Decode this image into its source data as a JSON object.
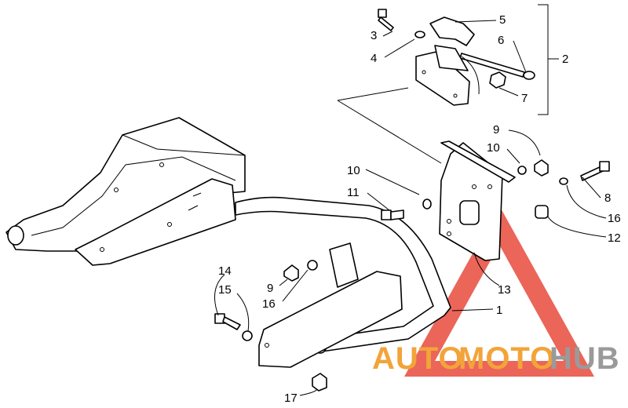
{
  "callouts": {
    "c1": "1",
    "c2": "2",
    "c3": "3",
    "c4": "4",
    "c5": "5",
    "c6": "6",
    "c7": "7",
    "c8": "8",
    "c9a": "9",
    "c9b": "9",
    "c10a": "10",
    "c10b": "10",
    "c11": "11",
    "c12": "12",
    "c13": "13",
    "c14": "14",
    "c15": "15",
    "c16a": "16",
    "c16b": "16",
    "c17": "17"
  },
  "watermark": {
    "text_a": "AUTO",
    "text_b": "MOTO",
    "text_c": "HUB"
  },
  "colors": {
    "logo_red": "#e84a3c",
    "logo_orange": "#f2a43a",
    "logo_gray": "#9a9a9a",
    "line": "#000000"
  }
}
